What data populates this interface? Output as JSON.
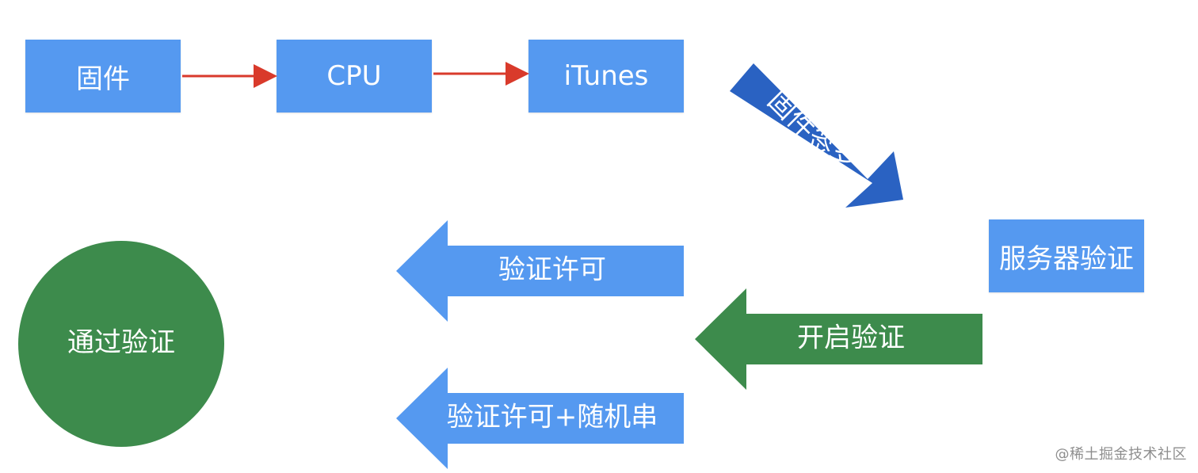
{
  "nodes": {
    "firmware": "固件",
    "cpu": "CPU",
    "itunes": "iTunes",
    "server": "服务器验证",
    "passed": "通过验证"
  },
  "arrows": {
    "firmware_signature": "固件签名",
    "verify_permission": "验证许可",
    "start_verification": "开启验证",
    "permission_random": "验证许可+随机串"
  },
  "watermark": "@稀土掘金技术社区",
  "colors": {
    "blue_box": "#5599f0",
    "dark_blue_arrow": "#2a62c2",
    "green": "#3d8b4c",
    "red_connector": "#d93a2b"
  }
}
